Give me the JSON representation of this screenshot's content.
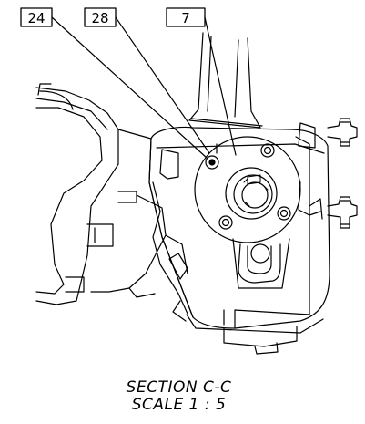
{
  "callouts": [
    {
      "id": "24",
      "label": "24"
    },
    {
      "id": "28",
      "label": "28"
    },
    {
      "id": "7",
      "label": "7"
    }
  ],
  "caption": {
    "title": "SECTION C-C",
    "scale": "SCALE 1 : 5"
  }
}
